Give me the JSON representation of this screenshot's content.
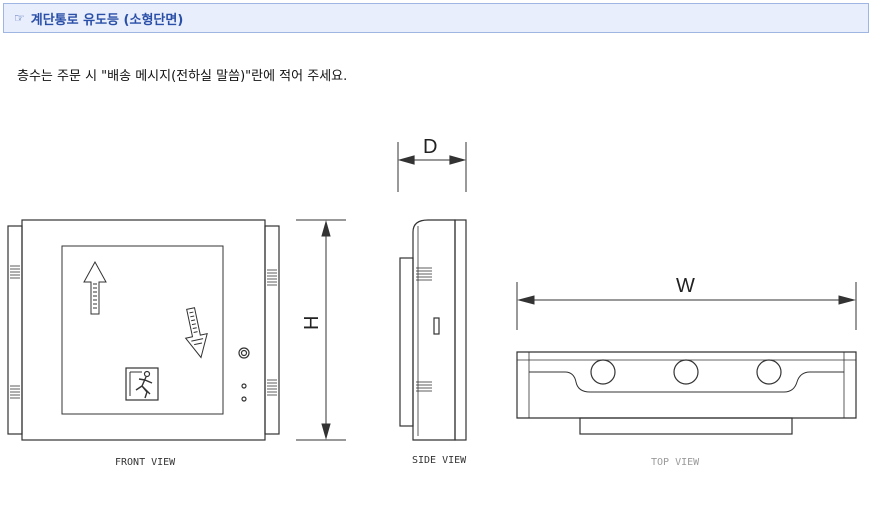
{
  "header": {
    "icon": "pointing-hand-icon",
    "icon_glyph": "☞",
    "title": "계단통로 유도등 (소형단면)"
  },
  "notice": "층수는 주문 시 \"배송 메시지(전하실 말씀)\"란에 적어 주세요.",
  "drawing": {
    "dimension_labels": {
      "depth": "D",
      "height": "H",
      "width": "W"
    },
    "views": {
      "front": "FRONT VIEW",
      "side": "SIDE VIEW",
      "top": "TOP VIEW"
    },
    "accent_color": "#2a4fa8"
  }
}
